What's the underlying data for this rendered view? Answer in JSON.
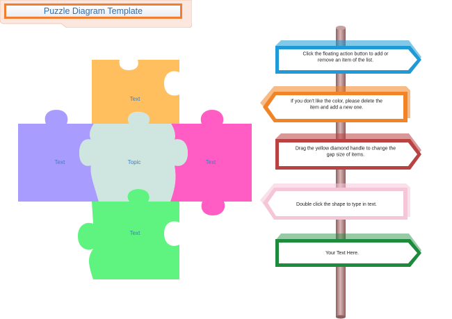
{
  "title": "Puzzle Diagram Template",
  "puzzle": {
    "center": {
      "label": "Topic",
      "color": "#cfe6e0"
    },
    "top": {
      "label": "Text",
      "color": "#ffbf5e"
    },
    "left": {
      "label": "Text",
      "color": "#a99cff"
    },
    "right": {
      "label": "Text",
      "color": "#ff5cc4"
    },
    "bottom": {
      "label": "Text",
      "color": "#5ff37f"
    },
    "label_color": "#3c7cc1"
  },
  "signpost": {
    "pole_color": "#b07f7f",
    "signs": [
      {
        "text": "Click the floating action button to add or remove an item of the list.",
        "color": "#1f9ad6"
      },
      {
        "text": "If you don't like the color, please delete the item and add a new one.",
        "color": "#f08427"
      },
      {
        "text": "Drag the yellow diamond handle to change the gap size of items.",
        "color": "#b94343"
      },
      {
        "text": "Double click the shape to type in text.",
        "color": "#f4c6d8"
      },
      {
        "text": "Your Text Here.",
        "color": "#1d8a3c"
      }
    ]
  }
}
